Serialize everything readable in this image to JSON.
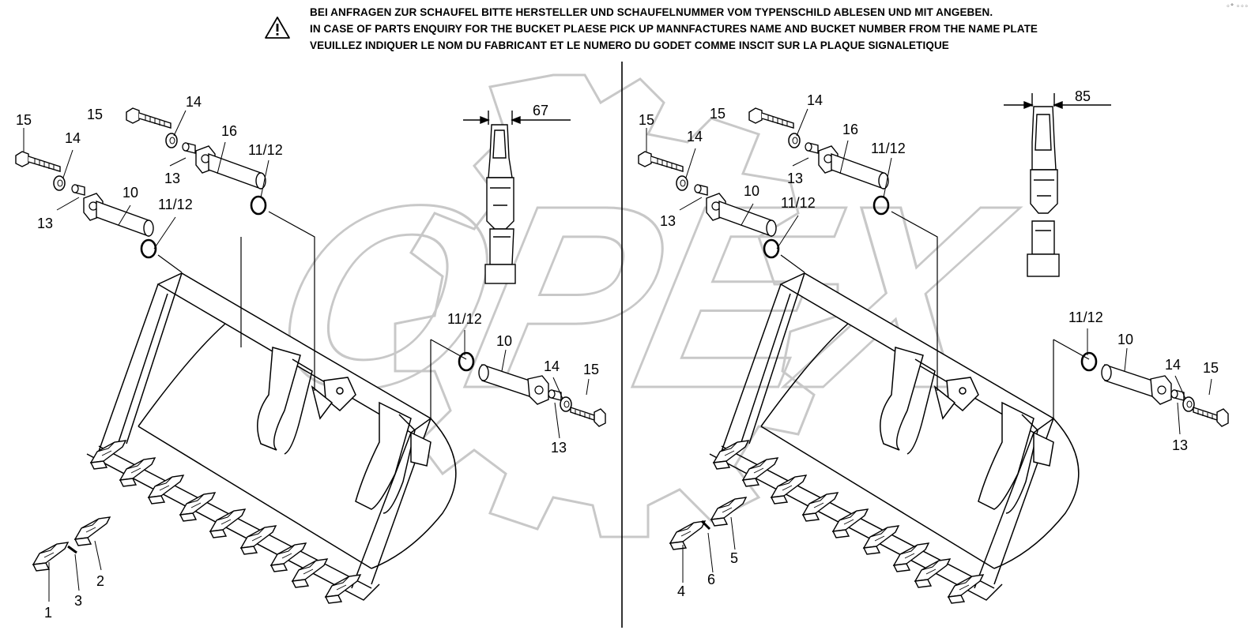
{
  "notice": {
    "icon": "warning-triangle-icon",
    "lines": [
      "BEI ANFRAGEN ZUR SCHAUFEL  BITTE HERSTELLER UND SCHAUFELNUMMER VOM TYPENSCHILD ABLESEN UND  MIT ANGEBEN.",
      "IN CASE OF PARTS ENQUIRY FOR THE BUCKET PLAESE PICK UP MANNFACTURES NAME AND BUCKET NUMBER FROM THE NAME PLATE",
      "VEUILLEZ INDIQUER LE NOM DU FABRICANT ET LE NUMERO DU GODET COMME INSCIT SUR LA PLAQUE SIGNALETIQUE"
    ]
  },
  "corner_mark": "◦° ◦◦◦",
  "watermark": {
    "text": "OPEX",
    "icon": "gear-watermark-icon"
  },
  "left_view": {
    "dimension": "67",
    "callouts": {
      "c15a": "15",
      "c15b": "15",
      "c14a": "14",
      "c14b": "14",
      "c16": "16",
      "c1112a": "11/12",
      "c13a": "13",
      "c10a": "10",
      "c1112b": "11/12",
      "c13b": "13",
      "c1112c": "11/12",
      "c10b": "10",
      "c14c": "14",
      "c15c": "15",
      "c13c": "13",
      "c1": "1",
      "c2": "2",
      "c3": "3"
    }
  },
  "right_view": {
    "dimension": "85",
    "callouts": {
      "c15a": "15",
      "c15b": "15",
      "c14a": "14",
      "c14b": "14",
      "c16": "16",
      "c1112a": "11/12",
      "c13a": "13",
      "c10a": "10",
      "c1112b": "11/12",
      "c13b": "13",
      "c1112c": "11/12",
      "c10b": "10",
      "c14c": "14",
      "c15c": "15",
      "c13c": "13",
      "c4": "4",
      "c5": "5",
      "c6": "6"
    }
  }
}
